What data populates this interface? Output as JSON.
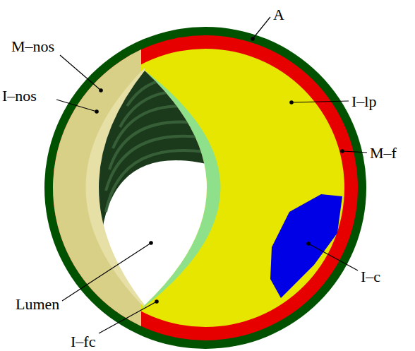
{
  "diagram": {
    "labels": [
      "A",
      "M–nos",
      "I–nos",
      "I–lp",
      "M–f",
      "I–c",
      "Lumen",
      "I–fc"
    ]
  }
}
